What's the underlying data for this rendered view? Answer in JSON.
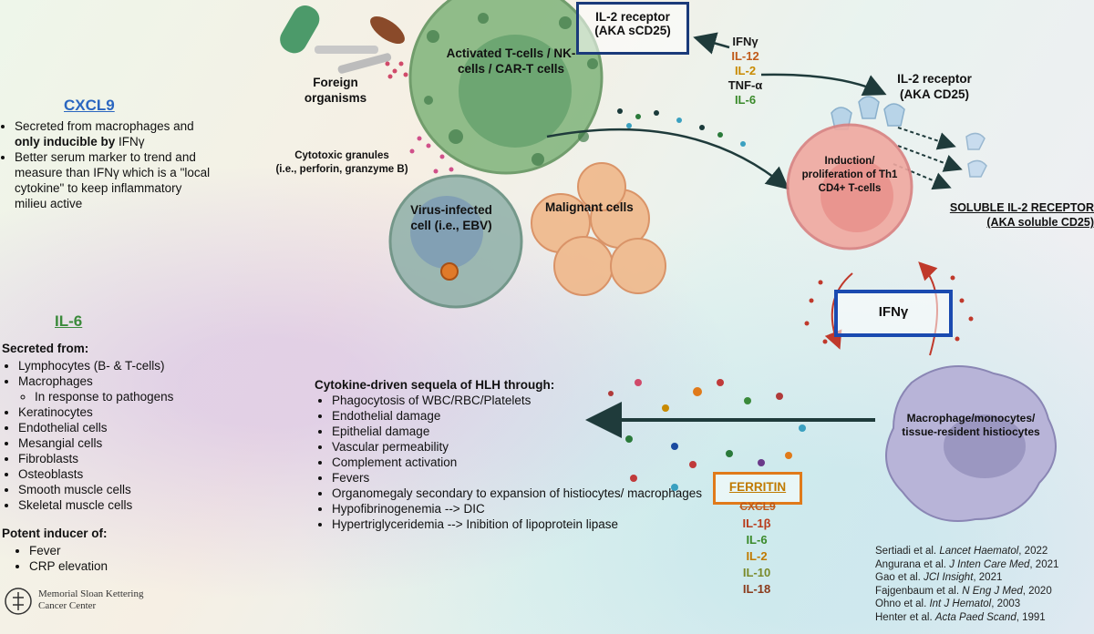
{
  "cxcl9": {
    "heading": "CXCL9",
    "bullets": [
      {
        "pre": "Secreted from macrophages and ",
        "bold": "only inducible by",
        "post": " IFNγ"
      },
      {
        "pre": "Better serum marker to trend and measure than IFNγ which is a \"local cytokine\" to keep inflammatory milieu active",
        "bold": "",
        "post": ""
      }
    ]
  },
  "il6": {
    "heading": "IL-6",
    "secreted_label": "Secreted from:",
    "sources": [
      "Lymphocytes (B- & T-cells)",
      "Macrophages",
      "Keratinocytes",
      "Endothelial cells",
      "Mesangial cells",
      "Fibroblasts",
      "Osteoblasts",
      "Smooth muscle cells",
      "Skeletal muscle cells"
    ],
    "sub_bullet": "In response to pathogens",
    "inducer_label": "Potent inducer of:",
    "inducer_items": [
      "Fever",
      "CRP elevation"
    ]
  },
  "logo": {
    "line1": "Memorial Sloan Kettering",
    "line2": "Cancer Center"
  },
  "diagram": {
    "foreign_organisms": "Foreign organisms",
    "tcells": "Activated T-cells / NK-cells / CAR-T cells",
    "cytotoxic_title": "Cytotoxic granules",
    "cytotoxic_sub": "(i.e., perforin, granzyme B)",
    "virus_cell": "Virus-infected cell (i.e., EBV)",
    "malignant": "Malignant cells",
    "il2r_box": [
      "IL-2 receptor",
      "(AKA sCD25)"
    ],
    "il2r_right": [
      "IL-2 receptor",
      "(AKA CD25)"
    ],
    "top_cytokines": [
      {
        "label": "IFNγ",
        "color": "#1a1a1a"
      },
      {
        "label": "IL-12",
        "color": "#c05a1a"
      },
      {
        "label": "IL-2",
        "color": "#c88a00"
      },
      {
        "label": "TNF-α",
        "color": "#1a1a1a"
      },
      {
        "label": "IL-6",
        "color": "#3a8a2a"
      }
    ],
    "th1": "Induction/ proliferation of Th1 CD4+ T-cells",
    "soluble": [
      "SOLUBLE IL-2 RECEPTOR",
      "(AKA soluble CD25)"
    ],
    "ifng_box": "IFNγ",
    "macrophage": "Macrophage/monocytes/ tissue-resident histiocytes",
    "sequela_title": "Cytokine-driven sequela of HLH through:",
    "sequela": [
      "Phagocytosis of WBC/RBC/Platelets",
      "Endothelial damage",
      "Epithelial damage",
      "Vascular permeability",
      "Complement activation",
      "Fevers",
      "Organomegaly secondary to expansion of histiocytes/ macrophages",
      "Hypofibrinogenemia --> DIC",
      "Hypertriglyceridemia --> Inibition of lipoprotein lipase"
    ],
    "ferritin": "FERRITIN",
    "ferritin_sub": "CXCL9",
    "bottom_cytokines": [
      {
        "label": "IL-1β",
        "color": "#b83a1a"
      },
      {
        "label": "IL-6",
        "color": "#3a8a2a"
      },
      {
        "label": "IL-2",
        "color": "#c07a00"
      },
      {
        "label": "IL-10",
        "color": "#7a8a2a"
      },
      {
        "label": "IL-18",
        "color": "#8a3a1a"
      }
    ]
  },
  "references": [
    {
      "a": "Sertiadi et al. ",
      "j": "Lancet Haematol",
      "y": ", 2022"
    },
    {
      "a": "Angurana et al. ",
      "j": "J Inten Care Med",
      "y": ", 2021"
    },
    {
      "a": "Gao et al. ",
      "j": "JCI Insight",
      "y": ", 2021"
    },
    {
      "a": "Fajgenbaum et al. ",
      "j": "N Eng J Med",
      "y": ", 2020"
    },
    {
      "a": "Ohno et al. ",
      "j": "Int J Hematol",
      "y": ", 2003"
    },
    {
      "a": "Henter et al. ",
      "j": "Acta Paed Scand",
      "y": ", 1991"
    }
  ]
}
